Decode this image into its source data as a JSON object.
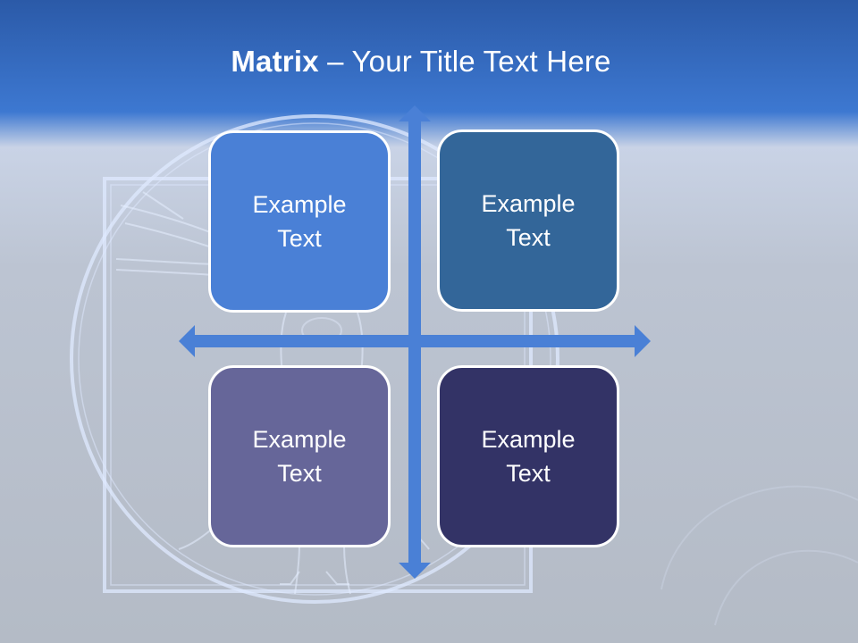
{
  "slide": {
    "title_bold": "Matrix",
    "title_rest": " – Your Title Text Here"
  },
  "quadrants": [
    {
      "label": "Example\nText",
      "color": "#4a80d6"
    },
    {
      "label": "Example\nText",
      "color": "#336699"
    },
    {
      "label": "Example\nText",
      "color": "#666699"
    },
    {
      "label": "Example\nText",
      "color": "#333366"
    }
  ],
  "colors": {
    "header": "#3d78d1",
    "arrow": "#4a80d6",
    "line_art": "#dce8ff"
  },
  "icons": [
    "vitruvian-man-illustration",
    "double-arrow-horizontal-icon",
    "double-arrow-vertical-icon"
  ]
}
